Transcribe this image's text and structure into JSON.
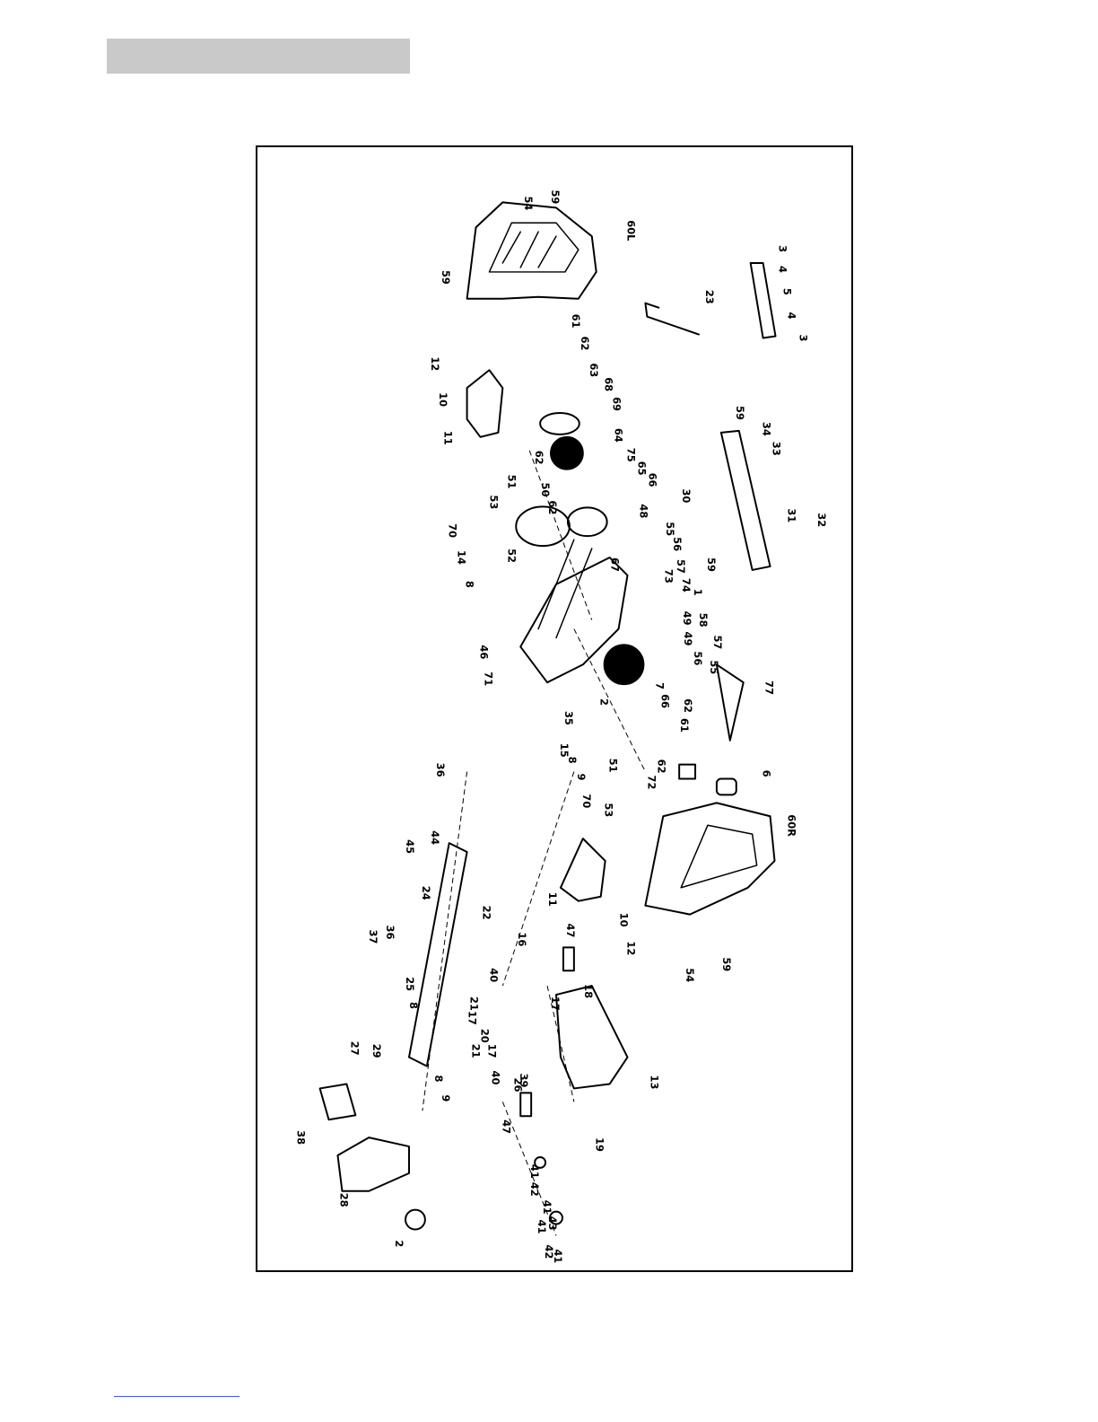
{
  "header": {
    "bar_color": "#c9c9c9"
  },
  "footer": {
    "line_color": "#3b5bd6"
  },
  "diagram": {
    "callouts": [
      {
        "id": "c-54a",
        "text": "54"
      },
      {
        "id": "c-59a",
        "text": "59"
      },
      {
        "id": "c-59b",
        "text": "59"
      },
      {
        "id": "c-60l",
        "text": "60L"
      },
      {
        "id": "c-3a",
        "text": "3"
      },
      {
        "id": "c-4a",
        "text": "4"
      },
      {
        "id": "c-5",
        "text": "5"
      },
      {
        "id": "c-4b",
        "text": "4"
      },
      {
        "id": "c-3b",
        "text": "3"
      },
      {
        "id": "c-23",
        "text": "23"
      },
      {
        "id": "c-12a",
        "text": "12"
      },
      {
        "id": "c-10a",
        "text": "10"
      },
      {
        "id": "c-11a",
        "text": "11"
      },
      {
        "id": "c-61a",
        "text": "61"
      },
      {
        "id": "c-62a",
        "text": "62"
      },
      {
        "id": "c-63",
        "text": "63"
      },
      {
        "id": "c-68",
        "text": "68"
      },
      {
        "id": "c-69",
        "text": "69"
      },
      {
        "id": "c-64",
        "text": "64"
      },
      {
        "id": "c-75",
        "text": "75"
      },
      {
        "id": "c-65",
        "text": "65"
      },
      {
        "id": "c-66a",
        "text": "66"
      },
      {
        "id": "c-62b",
        "text": "62"
      },
      {
        "id": "c-51a",
        "text": "51"
      },
      {
        "id": "c-50",
        "text": "50"
      },
      {
        "id": "c-62c",
        "text": "62"
      },
      {
        "id": "c-53a",
        "text": "53"
      },
      {
        "id": "c-48",
        "text": "48"
      },
      {
        "id": "c-59c",
        "text": "59"
      },
      {
        "id": "c-34",
        "text": "34"
      },
      {
        "id": "c-33",
        "text": "33"
      },
      {
        "id": "c-30",
        "text": "30"
      },
      {
        "id": "c-31",
        "text": "31"
      },
      {
        "id": "c-32",
        "text": "32"
      },
      {
        "id": "c-59d",
        "text": "59"
      },
      {
        "id": "c-70a",
        "text": "70"
      },
      {
        "id": "c-14",
        "text": "14"
      },
      {
        "id": "c-52",
        "text": "52"
      },
      {
        "id": "c-8a",
        "text": "8"
      },
      {
        "id": "c-55a",
        "text": "55"
      },
      {
        "id": "c-56a",
        "text": "56"
      },
      {
        "id": "c-57a",
        "text": "57"
      },
      {
        "id": "c-67",
        "text": "67"
      },
      {
        "id": "c-73",
        "text": "73"
      },
      {
        "id": "c-74",
        "text": "74"
      },
      {
        "id": "c-1",
        "text": "1"
      },
      {
        "id": "c-49a",
        "text": "49"
      },
      {
        "id": "c-58",
        "text": "58"
      },
      {
        "id": "c-49b",
        "text": "49"
      },
      {
        "id": "c-57b",
        "text": "57"
      },
      {
        "id": "c-56b",
        "text": "56"
      },
      {
        "id": "c-55b",
        "text": "55"
      },
      {
        "id": "c-46",
        "text": "46"
      },
      {
        "id": "c-71",
        "text": "71"
      },
      {
        "id": "c-7",
        "text": "7"
      },
      {
        "id": "c-66b",
        "text": "66"
      },
      {
        "id": "c-62d",
        "text": "62"
      },
      {
        "id": "c-61b",
        "text": "61"
      },
      {
        "id": "c-2a",
        "text": "2"
      },
      {
        "id": "c-35",
        "text": "35"
      },
      {
        "id": "c-15",
        "text": "15"
      },
      {
        "id": "c-8b",
        "text": "8"
      },
      {
        "id": "c-9a",
        "text": "9"
      },
      {
        "id": "c-70b",
        "text": "70"
      },
      {
        "id": "c-51b",
        "text": "51"
      },
      {
        "id": "c-53b",
        "text": "53"
      },
      {
        "id": "c-62e",
        "text": "62"
      },
      {
        "id": "c-72",
        "text": "72"
      },
      {
        "id": "c-6",
        "text": "6"
      },
      {
        "id": "c-77",
        "text": "77"
      },
      {
        "id": "c-36a",
        "text": "36"
      },
      {
        "id": "c-60r",
        "text": "60R"
      },
      {
        "id": "c-44",
        "text": "44"
      },
      {
        "id": "c-45",
        "text": "45"
      },
      {
        "id": "c-22",
        "text": "22"
      },
      {
        "id": "c-24",
        "text": "24"
      },
      {
        "id": "c-11b",
        "text": "11"
      },
      {
        "id": "c-36b",
        "text": "36"
      },
      {
        "id": "c-37",
        "text": "37"
      },
      {
        "id": "c-10b",
        "text": "10"
      },
      {
        "id": "c-12b",
        "text": "12"
      },
      {
        "id": "c-47a",
        "text": "47"
      },
      {
        "id": "c-16",
        "text": "16"
      },
      {
        "id": "c-54b",
        "text": "54"
      },
      {
        "id": "c-59e",
        "text": "59"
      },
      {
        "id": "c-25",
        "text": "25"
      },
      {
        "id": "c-40a",
        "text": "40"
      },
      {
        "id": "c-18",
        "text": "18"
      },
      {
        "id": "c-17a",
        "text": "17"
      },
      {
        "id": "c-21a",
        "text": "21"
      },
      {
        "id": "c-17b",
        "text": "17"
      },
      {
        "id": "c-20",
        "text": "20"
      },
      {
        "id": "c-17c",
        "text": "17"
      },
      {
        "id": "c-21b",
        "text": "21"
      },
      {
        "id": "c-8c",
        "text": "8"
      },
      {
        "id": "c-40b",
        "text": "40"
      },
      {
        "id": "c-26",
        "text": "26"
      },
      {
        "id": "c-39",
        "text": "39"
      },
      {
        "id": "c-13",
        "text": "13"
      },
      {
        "id": "c-27",
        "text": "27"
      },
      {
        "id": "c-29",
        "text": "29"
      },
      {
        "id": "c-8d",
        "text": "8"
      },
      {
        "id": "c-9b",
        "text": "9"
      },
      {
        "id": "c-19",
        "text": "19"
      },
      {
        "id": "c-47b",
        "text": "47"
      },
      {
        "id": "c-38",
        "text": "38"
      },
      {
        "id": "c-28",
        "text": "28"
      },
      {
        "id": "c-41a",
        "text": "41"
      },
      {
        "id": "c-42a",
        "text": "42"
      },
      {
        "id": "c-41b",
        "text": "41"
      },
      {
        "id": "c-43",
        "text": "43"
      },
      {
        "id": "c-41c",
        "text": "41"
      },
      {
        "id": "c-42b",
        "text": "42"
      },
      {
        "id": "c-41d",
        "text": "41"
      },
      {
        "id": "c-2b",
        "text": "2"
      }
    ]
  }
}
